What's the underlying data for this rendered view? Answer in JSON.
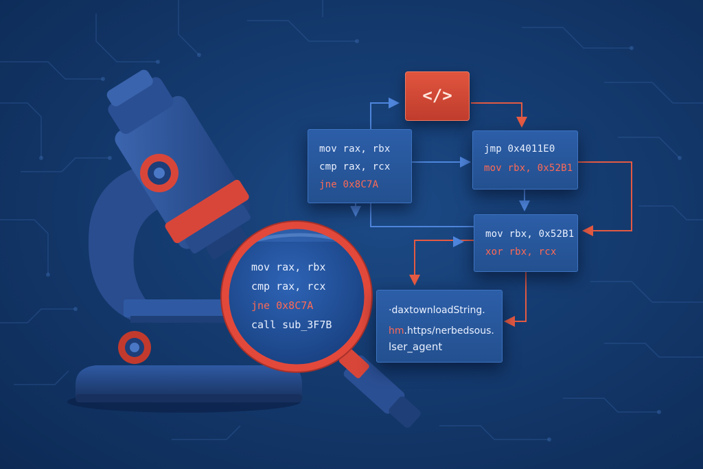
{
  "code_tag": {
    "glyph": "</>",
    "icon": "code-brackets-icon"
  },
  "blocks": {
    "left": [
      "mov rax, rbx",
      "cmp rax, rcx",
      "jne 0x8C7A"
    ],
    "top_right": [
      "jmp 0x4011E0",
      "mov rbx, 0x52B1"
    ],
    "mid_right": [
      "mov rbx, 0x52B1",
      "xor rbx, rcx"
    ],
    "strings": [
      "·daxtownloadString.",
      "hm.https/nerbedsous.",
      "lser_agent"
    ]
  },
  "magnifier": {
    "lines": [
      "mov rax, rbx",
      "cmp rax, rcx",
      "jne 0x8C7A",
      "call sub_3F7B"
    ]
  },
  "colors": {
    "background": "#143a6e",
    "block": "#2a5aa3",
    "accent_red": "#e0553e",
    "microscope": "#2b4f93",
    "arrow_blue": "#4f86dd",
    "arrow_red": "#e55a42"
  },
  "icons": [
    "microscope-icon",
    "magnifying-glass-icon",
    "code-brackets-icon"
  ]
}
